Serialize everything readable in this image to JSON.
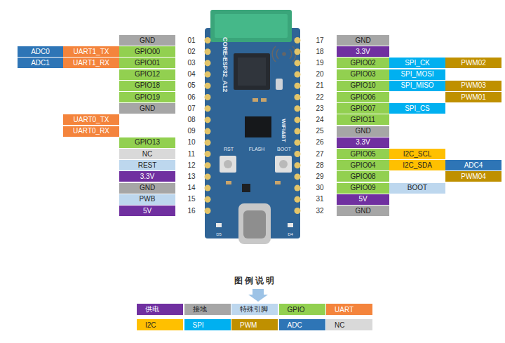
{
  "diagram": {
    "nodes": [
      {
        "text": [
          "GND"
        ]
      },
      {
        "text": [
          "ADC0"
        ]
      },
      {
        "text": [
          "UART1_TX"
        ]
      },
      {
        "text": [
          "GPIO00"
        ]
      },
      {
        "text": [
          "ADC1"
        ]
      },
      {
        "text": [
          "UART1_RX"
        ]
      },
      {
        "text": [
          "GPIO01"
        ]
      },
      {
        "text": [
          "GPIO12"
        ]
      },
      {
        "text": [
          "GPIO18"
        ]
      },
      {
        "text": [
          "GPIO19"
        ]
      },
      {
        "text": [
          "GND"
        ]
      },
      {
        "text": [
          "UART0_TX"
        ]
      },
      {
        "text": [
          "UART0_RX"
        ]
      },
      {
        "text": [
          "GPIO13"
        ]
      },
      {
        "text": [
          "NC"
        ]
      },
      {
        "text": [
          "REST"
        ]
      },
      {
        "text": [
          "3.3V"
        ]
      },
      {
        "text": [
          "GND"
        ]
      },
      {
        "text": [
          "PWB"
        ]
      },
      {
        "text": [
          "5V"
        ]
      },
      {
        "text": [
          "GND"
        ]
      },
      {
        "text": [
          "3.3V"
        ]
      },
      {
        "text": [
          "GPIO02"
        ]
      },
      {
        "text": [
          "SPI_CK"
        ]
      },
      {
        "text": [
          "PWM02"
        ]
      },
      {
        "text": [
          "GPIO03"
        ]
      },
      {
        "text": [
          "SPI_MOSI"
        ]
      },
      {
        "text": [
          "GPIO10"
        ]
      },
      {
        "text": [
          "SPI_MISO"
        ]
      },
      {
        "text": [
          "PWM03"
        ]
      },
      {
        "text": [
          "GPIO06"
        ]
      },
      {
        "text": [
          "PWM01"
        ]
      },
      {
        "text": [
          "GPIO07"
        ]
      },
      {
        "text": [
          "SPI_CS"
        ]
      },
      {
        "text": [
          "GPIO11"
        ]
      },
      {
        "text": [
          "GND"
        ]
      },
      {
        "text": [
          "3.3V"
        ]
      },
      {
        "text": [
          "GPIO05"
        ]
      },
      {
        "text": [
          "I2C_SCL"
        ]
      },
      {
        "text": [
          "GPIO04"
        ]
      },
      {
        "text": [
          "I2C_SDA"
        ]
      },
      {
        "text": [
          "ADC4"
        ]
      },
      {
        "text": [
          "GPIO08"
        ]
      },
      {
        "text": [
          "PWM04"
        ]
      },
      {
        "text": [
          "GPIO09"
        ]
      },
      {
        "text": [
          "BOOT"
        ]
      },
      {
        "text": [
          "5V"
        ]
      },
      {
        "text": [
          "GND"
        ]
      }
    ],
    "labels": [
      "01",
      "02",
      "03",
      "04",
      "05",
      "06",
      "07",
      "08",
      "09",
      "10",
      "11",
      "12",
      "13",
      "14",
      "15",
      "16",
      "17",
      "18",
      "19",
      "20",
      "21",
      "22",
      "23",
      "24",
      "25",
      "26",
      "27",
      "28",
      "29",
      "30",
      "31",
      "32",
      "CORE-ESP32_A12",
      "WIFI&BT",
      "RST",
      "FLASH",
      "BOOT",
      "D5",
      "D4",
      "图例说明"
    ],
    "legend": [
      {
        "text": "供电",
        "color": "#7030a0"
      },
      {
        "text": "接地",
        "color": "#a6a6a6"
      },
      {
        "text": "特殊引脚",
        "color": "#bdd7ee"
      },
      {
        "text": "GPIO",
        "color": "#92d050"
      },
      {
        "text": "UART",
        "color": "#f4843c"
      },
      {
        "text": "I2C",
        "color": "#ffc000"
      },
      {
        "text": "SPI",
        "color": "#00b0f0"
      },
      {
        "text": "PWM",
        "color": "#bf9000"
      },
      {
        "text": "ADC",
        "color": "#2e75b6"
      },
      {
        "text": "NC",
        "color": "#d9d9d9"
      }
    ]
  }
}
